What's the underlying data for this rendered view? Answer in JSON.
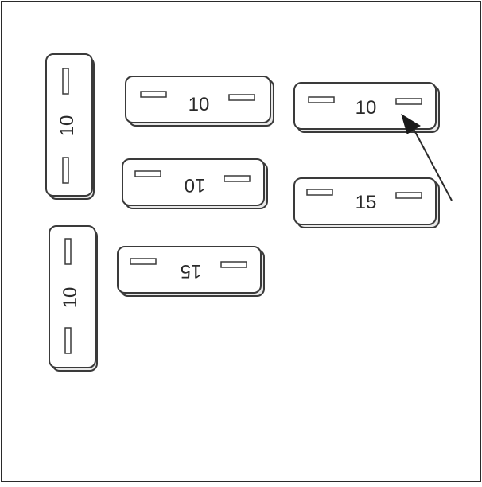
{
  "diagram": {
    "colors": {
      "stroke": "#3a3a3a",
      "fill": "#ffffff",
      "background": "#ffffff",
      "frame": "#2a2a2a"
    },
    "fuses": [
      {
        "id": "fuse-v-top",
        "rating": "10"
      },
      {
        "id": "fuse-h-1",
        "rating": "10"
      },
      {
        "id": "fuse-h-2",
        "rating": "10"
      },
      {
        "id": "fuse-h-3",
        "rating": "10"
      },
      {
        "id": "fuse-h-4",
        "rating": "15"
      },
      {
        "id": "fuse-v-bot",
        "rating": "10"
      },
      {
        "id": "fuse-h-5",
        "rating": "15"
      }
    ],
    "pointer": {
      "target": "fuse-h-2",
      "icon": "arrow-icon"
    }
  }
}
